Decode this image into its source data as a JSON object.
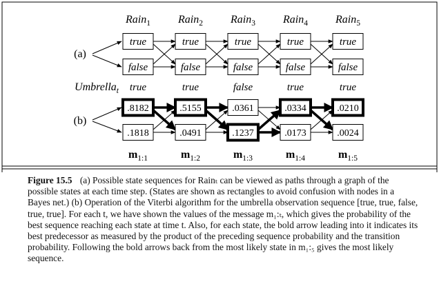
{
  "diagram": {
    "row_labels": {
      "a": "(a)",
      "b": "(b)"
    },
    "column_headers": [
      {
        "name": "Rain",
        "subscript": "1"
      },
      {
        "name": "Rain",
        "subscript": "2"
      },
      {
        "name": "Rain",
        "subscript": "3"
      },
      {
        "name": "Rain",
        "subscript": "4"
      },
      {
        "name": "Rain",
        "subscript": "5"
      }
    ],
    "part_a_states": {
      "top": "true",
      "bottom": "false"
    },
    "umbrella_label": {
      "name": "Umbrella",
      "subscript": "t"
    },
    "observations": [
      "true",
      "true",
      "false",
      "true",
      "true"
    ],
    "messages_top": [
      ".8182",
      ".5155",
      ".0361",
      ".0334",
      ".0210"
    ],
    "messages_bottom": [
      ".1818",
      ".0491",
      ".1237",
      ".0173",
      ".0024"
    ],
    "bold_top_boxes": [
      true,
      true,
      false,
      true,
      true
    ],
    "bold_bottom_boxes": [
      false,
      false,
      true,
      false,
      false
    ],
    "message_labels": [
      {
        "name": "m",
        "subscript": "1:1"
      },
      {
        "name": "m",
        "subscript": "1:2"
      },
      {
        "name": "m",
        "subscript": "1:3"
      },
      {
        "name": "m",
        "subscript": "1:4"
      },
      {
        "name": "m",
        "subscript": "1:5"
      }
    ]
  },
  "caption": {
    "figure_label": "Figure 15.5",
    "text": "(a) Possible state sequences for Rainₜ can be viewed as paths through a graph of the possible states at each time step. (States are shown as rectangles to avoid confusion with nodes in a Bayes net.) (b) Operation of the Viterbi algorithm for the umbrella observation sequence [true, true, false, true, true]. For each t, we have shown the values of the message m₁:ₜ, which gives the probability of the best sequence reaching each state at time t. Also, for each state, the bold arrow leading into it indicates its best predecessor as measured by the product of the preceding sequence probability and the transition probability. Following the bold arrows back from the most likely state in m₁:₅ gives the most likely sequence."
  }
}
